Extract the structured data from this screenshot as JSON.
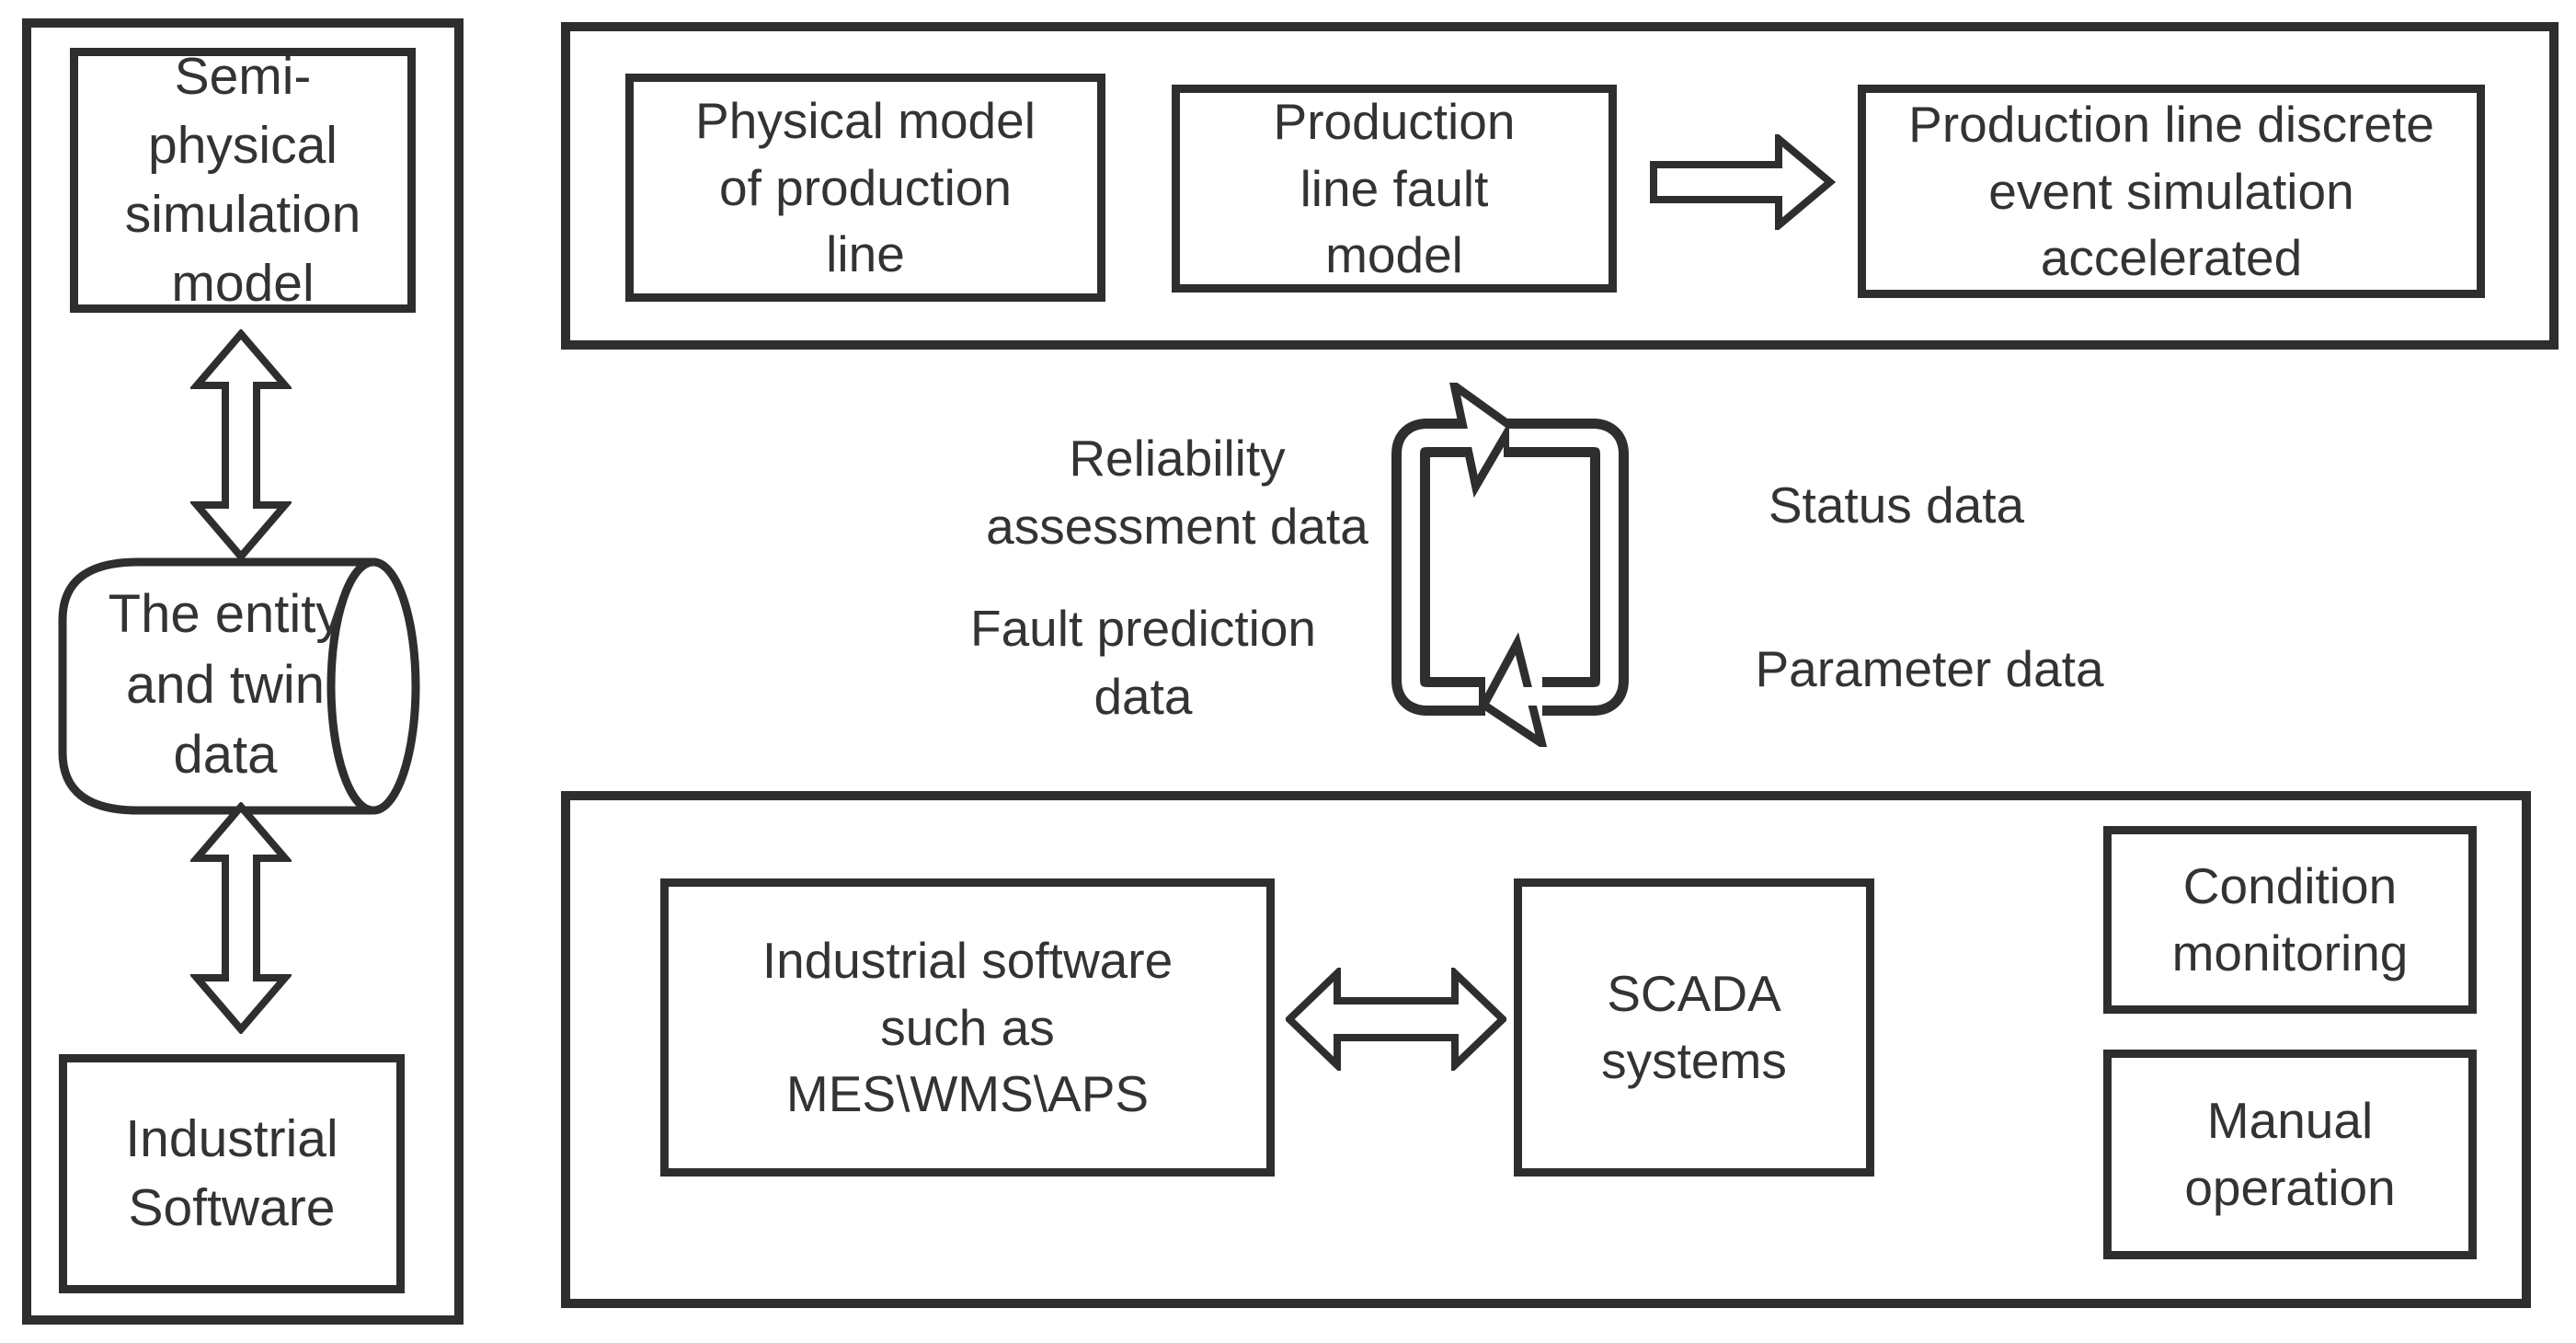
{
  "page": {
    "background_color": "#ffffff",
    "line_color": "#2e2e2e",
    "text_color": "#333333"
  },
  "left_panel": {
    "semi_physical_label": "Semi-\nphysical\nsimulation\nmodel",
    "entity_label": "The entity\nand twin\ndata",
    "industrial_software_label": "Industrial\nSoftware"
  },
  "top_panel": {
    "physical_model_label": "Physical model\nof production\nline",
    "fault_model_label": "Production\nline fault\nmodel",
    "discrete_simulation_label": "Production line discrete\nevent simulation\naccelerated"
  },
  "data_exchange": {
    "reliability_label": "Reliability\nassessment data",
    "fault_prediction_label": "Fault prediction\ndata",
    "status_label": "Status data",
    "parameter_label": "Parameter data"
  },
  "bottom_panel": {
    "industrial_software_label": "Industrial software\nsuch as\nMES\\WMS\\APS",
    "scada_label": "SCADA\nsystems",
    "condition_label": "Condition\nmonitoring",
    "manual_label": "Manual\noperation"
  },
  "icons": {
    "vertical_double_arrow": "up-down-arrow-icon",
    "right_arrow": "right-arrow-icon",
    "horizontal_double_arrow": "left-right-arrow-icon",
    "cycle": "cycle-arrows-icon",
    "cylinder": "database-cylinder-icon"
  }
}
